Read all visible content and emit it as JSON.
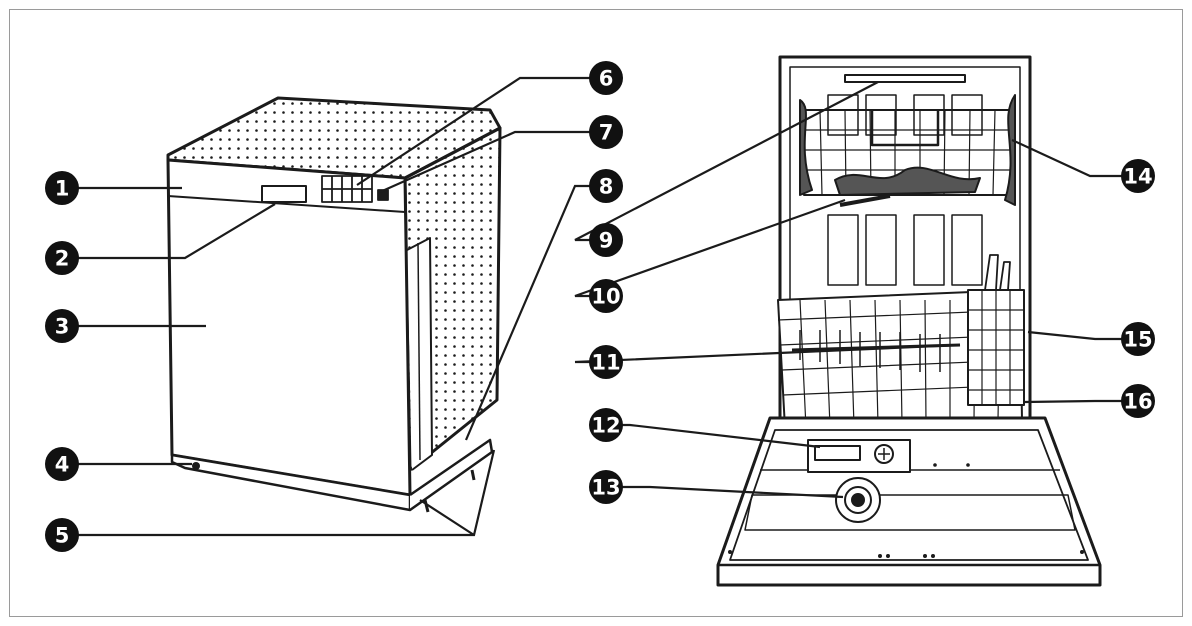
{
  "colors": {
    "ink": "#1b1b1b",
    "callout_fill": "#111111",
    "callout_text": "#ffffff",
    "frame": "#9a9a9a",
    "background": "#ffffff"
  },
  "callouts": [
    {
      "label": "1"
    },
    {
      "label": "2"
    },
    {
      "label": "3"
    },
    {
      "label": "4"
    },
    {
      "label": "5"
    },
    {
      "label": "6"
    },
    {
      "label": "7"
    },
    {
      "label": "8"
    },
    {
      "label": "9"
    },
    {
      "label": "10"
    },
    {
      "label": "11"
    },
    {
      "label": "12"
    },
    {
      "label": "13"
    },
    {
      "label": "14"
    },
    {
      "label": "15"
    },
    {
      "label": "16"
    }
  ]
}
